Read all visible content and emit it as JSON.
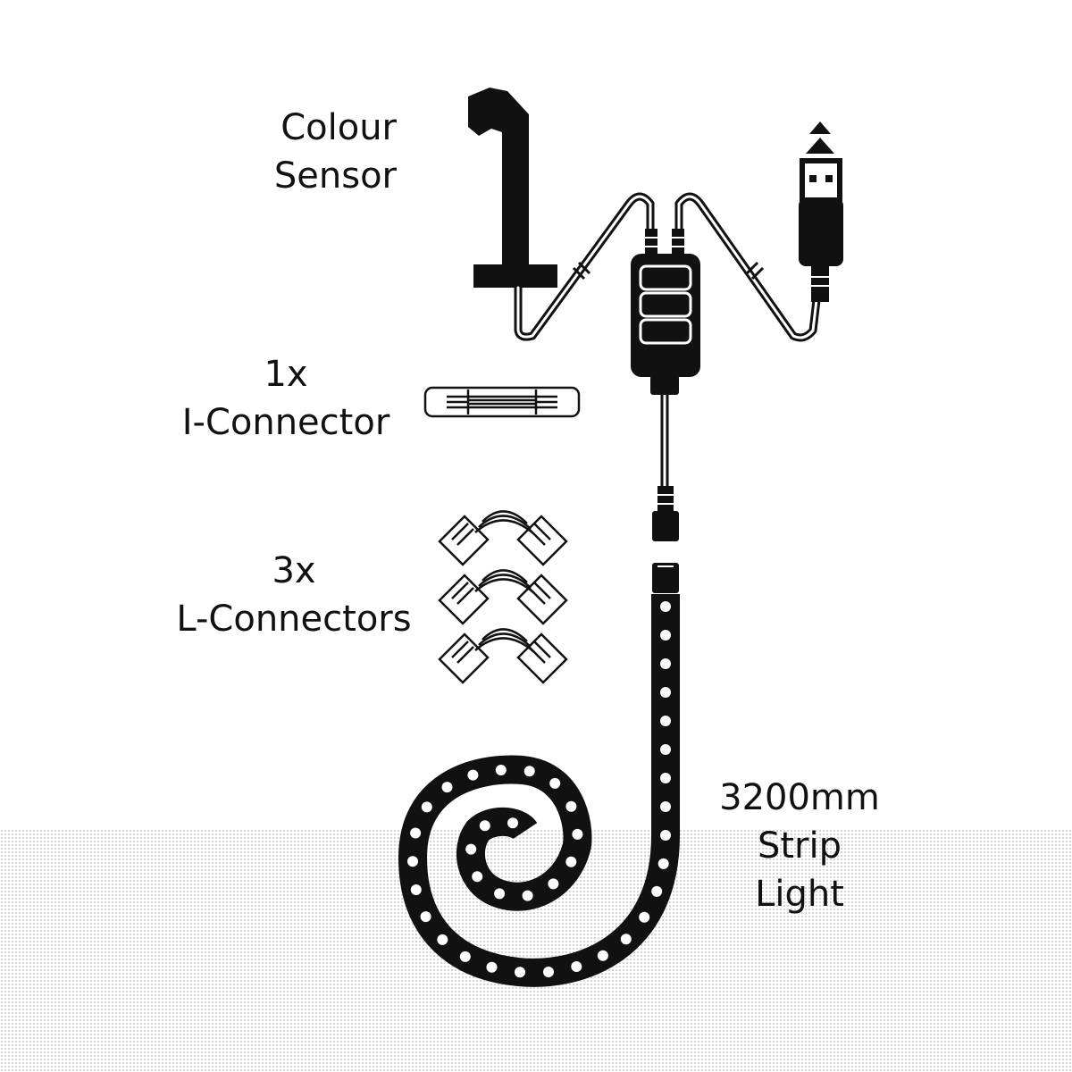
{
  "labels": {
    "colour_sensor": [
      "Colour",
      "Sensor"
    ],
    "i_connector": [
      "1x",
      "I-Connector"
    ],
    "l_connectors": [
      "3x",
      "L-Connectors"
    ],
    "strip_light": [
      "3200mm",
      "Strip",
      "Light"
    ]
  },
  "colors": {
    "ink": "#111111",
    "background": "#ffffff",
    "led": "#ffffff"
  },
  "icons": [
    "colour-sensor-icon",
    "controller-box-icon",
    "usb-plug-icon",
    "i-connector-icon",
    "l-connector-icon",
    "led-strip-icon"
  ]
}
